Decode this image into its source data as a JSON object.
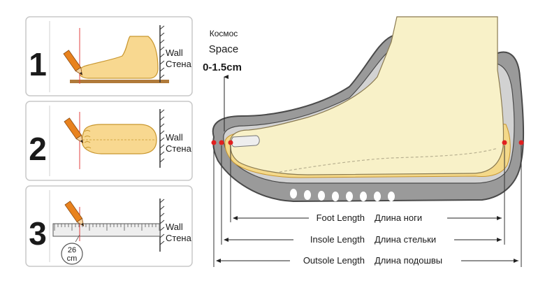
{
  "steps": [
    {
      "number": "1",
      "wall_label": "Wall",
      "wall_label_ru": "Стена"
    },
    {
      "number": "2",
      "wall_label": "Wall",
      "wall_label_ru": "Стена"
    },
    {
      "number": "3",
      "wall_label": "Wall",
      "wall_label_ru": "Стена",
      "ruler_reading": "26",
      "ruler_unit": "cm"
    }
  ],
  "space_note": {
    "label_ru": "Космос",
    "label_en": "Space",
    "range": "0-1.5cm"
  },
  "measurements": [
    {
      "label_en": "Foot Length",
      "label_ru": "Длина ноги"
    },
    {
      "label_en": "Insole Length",
      "label_ru": "Длина стельки"
    },
    {
      "label_en": "Outsole Length",
      "label_ru": "Длина подошвы"
    }
  ],
  "colors": {
    "foot": "#f8d890",
    "foot_outline": "#c8962e",
    "shoe_grey": "#9a9a9a",
    "shoe_dark": "#4a4a4a",
    "marker": "#e02020",
    "pencil": "#e8821e",
    "guide_line": "#e04040"
  }
}
